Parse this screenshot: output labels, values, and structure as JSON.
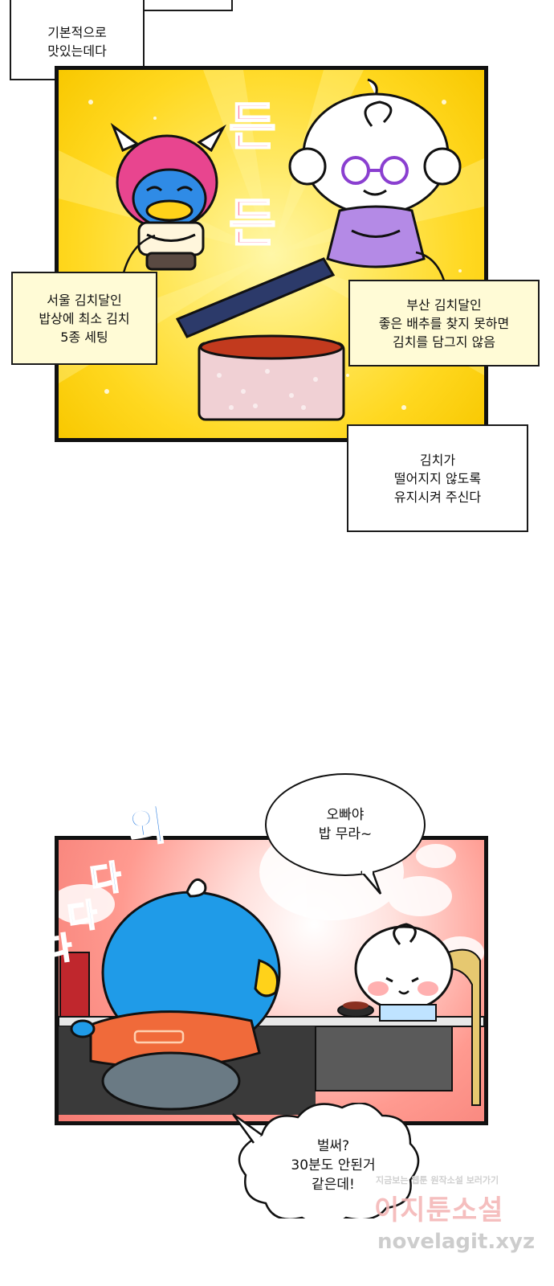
{
  "captions": {
    "top_left": [
      "기본적으로",
      "맛있는데다"
    ],
    "seoul": [
      "서울 김치달인",
      "밥상에 최소 김치",
      "5종 세팅"
    ],
    "busan": [
      "부산 김치달인",
      "좋은 배추를 찾지 못하면",
      "김치를 담그지 않음"
    ],
    "kimchi": [
      "김치가",
      "떨어지지 않도록",
      "유지시켜 주신다"
    ]
  },
  "sfx": {
    "dun": [
      "든",
      "든"
    ],
    "wa": "와",
    "da": [
      "다",
      "다",
      "다"
    ]
  },
  "bubbles": {
    "oppa": [
      "오빠야",
      "밥 무라~"
    ],
    "already": [
      "벌써?",
      "30분도 안된거",
      "같은데!"
    ]
  },
  "watermark": {
    "tagline": "지금보는 웹툰 원작소설 보러가기",
    "brand": "이지툰소설",
    "url": "novelagit.xyz"
  },
  "colors": {
    "panel1_bg": "#ffd820",
    "panel2_bg": "#f47a72",
    "caption_cream": "#fffbd6",
    "sfx_pink": "#ff7fa0",
    "sfx_blue": "#2e7fe0"
  }
}
